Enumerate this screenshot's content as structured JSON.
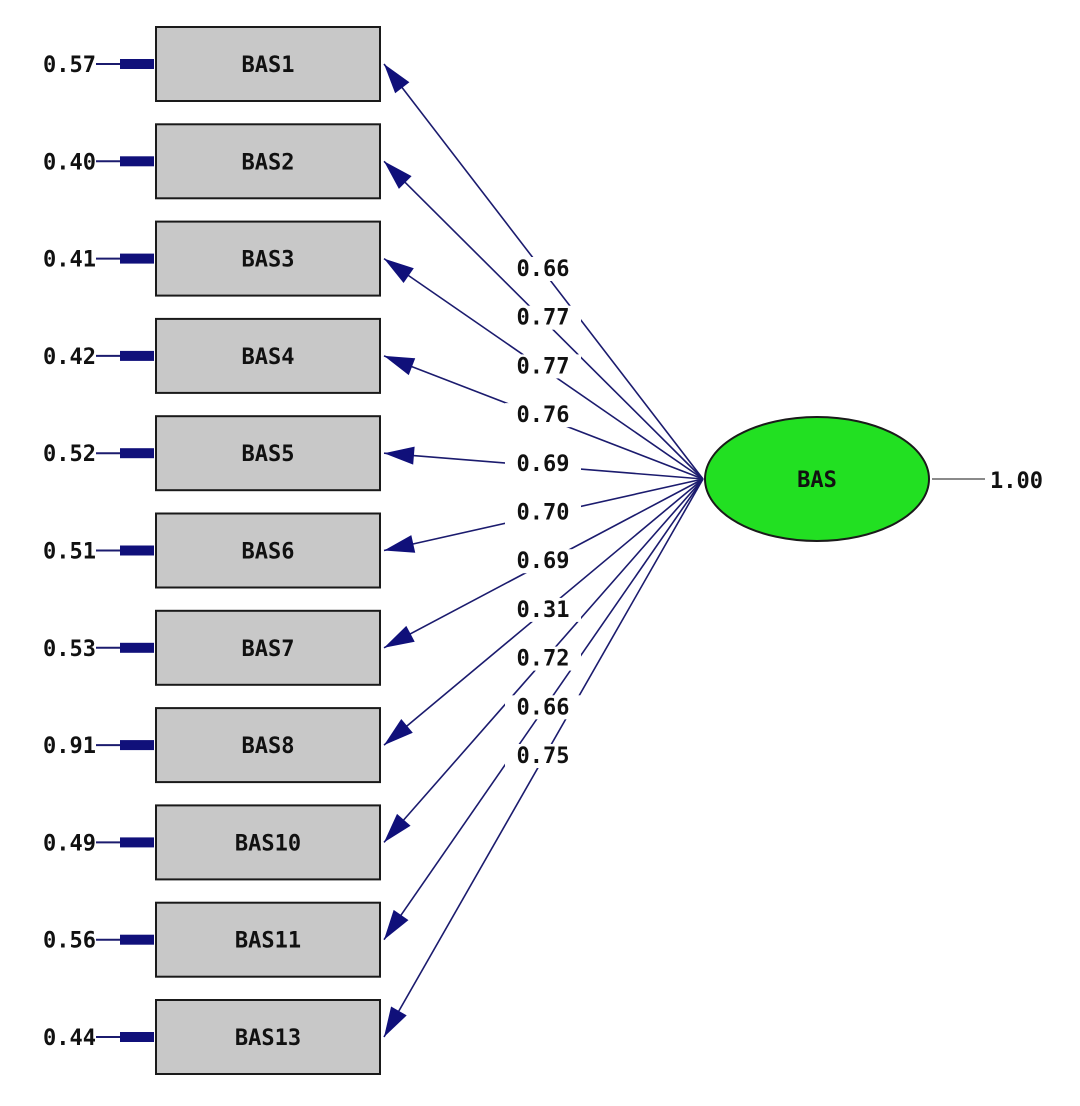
{
  "latent": {
    "label": "BAS",
    "fill_color": "#22e022",
    "variance_label": "1.00"
  },
  "indicators": [
    {
      "label": "BAS1",
      "error": "0.57",
      "loading": "0.66"
    },
    {
      "label": "BAS2",
      "error": "0.40",
      "loading": "0.77"
    },
    {
      "label": "BAS3",
      "error": "0.41",
      "loading": "0.77"
    },
    {
      "label": "BAS4",
      "error": "0.42",
      "loading": "0.76"
    },
    {
      "label": "BAS5",
      "error": "0.52",
      "loading": "0.69"
    },
    {
      "label": "BAS6",
      "error": "0.51",
      "loading": "0.70"
    },
    {
      "label": "BAS7",
      "error": "0.53",
      "loading": "0.69"
    },
    {
      "label": "BAS8",
      "error": "0.91",
      "loading": "0.31"
    },
    {
      "label": "BAS10",
      "error": "0.49",
      "loading": "0.72"
    },
    {
      "label": "BAS11",
      "error": "0.56",
      "loading": "0.66"
    },
    {
      "label": "BAS13",
      "error": "0.44",
      "loading": "0.75"
    }
  ],
  "colors": {
    "indicator_fill": "#c8c8c8",
    "path": "#1b1b6e",
    "arrowhead": "#10107a"
  }
}
